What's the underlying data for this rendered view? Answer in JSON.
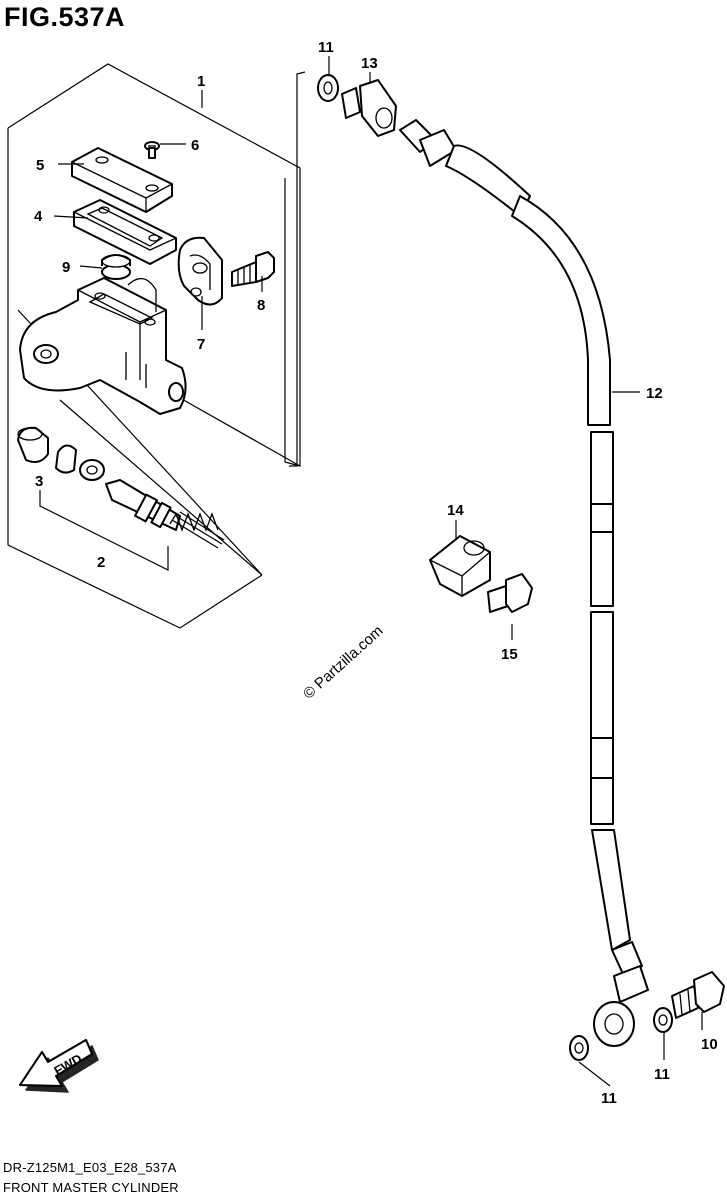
{
  "figure": {
    "title": "FIG.537A",
    "code": "DR-Z125M1_E03_E28_537A",
    "name": "FRONT MASTER CYLINDER",
    "watermark": "© Partzilla.com",
    "direction_label": "FWD"
  },
  "callouts": {
    "c1": "1",
    "c2": "2",
    "c3": "3",
    "c4": "4",
    "c5": "5",
    "c6": "6",
    "c7": "7",
    "c8": "8",
    "c9": "9",
    "c10": "10",
    "c11a": "11",
    "c11b": "11",
    "c11c": "11",
    "c12": "12",
    "c13": "13",
    "c14": "14",
    "c15": "15"
  }
}
